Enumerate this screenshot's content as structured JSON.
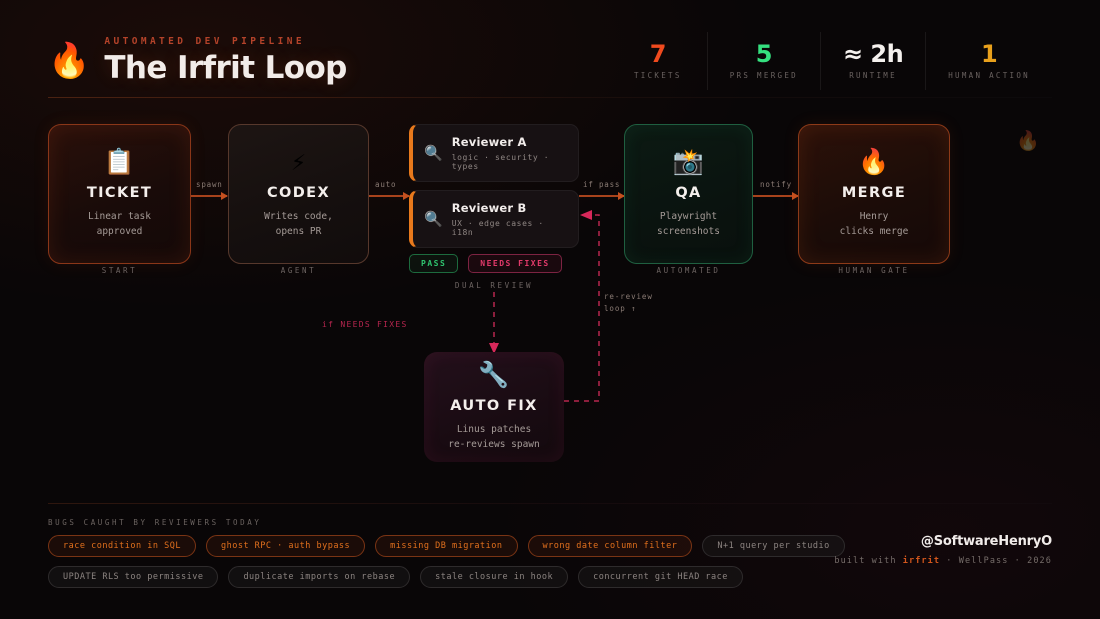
{
  "header": {
    "flame_icon": "fire-icon",
    "kicker": "AUTOMATED DEV PIPELINE",
    "title": "The Irfrit Loop",
    "stats": [
      {
        "value": "7",
        "label": "TICKETS",
        "color": "#f04a1e"
      },
      {
        "value": "5",
        "label": "PRS MERGED",
        "color": "#35e07f"
      },
      {
        "value": "≈ 2h",
        "label": "RUNTIME",
        "color": "#f5f1ee"
      },
      {
        "value": "1",
        "label": "HUMAN ACTION",
        "color": "#e8a01c"
      }
    ]
  },
  "pipeline": {
    "ticket": {
      "icon": "clipboard-icon",
      "glyph": "📋",
      "title": "TICKET",
      "sub_line1": "Linear task",
      "sub_line2": "approved",
      "foot": "START"
    },
    "codex": {
      "icon": "lightning-bolt-icon",
      "glyph": "⚡",
      "title": "CODEX",
      "sub_line1": "Writes code,",
      "sub_line2": "opens PR",
      "foot": "AGENT"
    },
    "qa": {
      "icon": "camera-flash-icon",
      "glyph": "📸",
      "title": "QA",
      "sub_line1": "Playwright",
      "sub_line2": "screenshots",
      "foot": "AUTOMATED"
    },
    "merge": {
      "icon": "fire-icon",
      "glyph": "🔥",
      "title": "MERGE",
      "sub_line1": "Henry",
      "sub_line2": "clicks merge",
      "foot": "HUMAN GATE"
    },
    "autofix": {
      "icon": "wrench-icon",
      "glyph": "🔧",
      "title": "AUTO FIX",
      "sub_line1": "Linus patches",
      "sub_line2": "re-reviews spawn"
    }
  },
  "reviewers": {
    "a": {
      "icon": "magnifier-icon",
      "glyph": "🔍",
      "name": "Reviewer A",
      "tags": "logic · security · types"
    },
    "b": {
      "icon": "magnifier-icon",
      "glyph": "🔍",
      "name": "Reviewer B",
      "tags": "UX · edge cases · i18n"
    },
    "badge_pass": "PASS",
    "badge_fixes": "NEEDS FIXES",
    "group_label": "DUAL REVIEW"
  },
  "connectors": {
    "spawn": "spawn",
    "auto": "auto",
    "if_pass": "if pass",
    "notify": "notify",
    "if_needs_fixes": "if NEEDS FIXES",
    "re_review_line1": "re-review",
    "re_review_line2": "loop ↑"
  },
  "footer": {
    "bugs_title": "BUGS CAUGHT BY REVIEWERS TODAY",
    "chips_row1": [
      {
        "text": "race condition in SQL",
        "hot": true
      },
      {
        "text": "ghost RPC · auth bypass",
        "hot": true
      },
      {
        "text": "missing DB migration",
        "hot": true
      },
      {
        "text": "wrong date column filter",
        "hot": true
      },
      {
        "text": "N+1 query per studio",
        "hot": false
      }
    ],
    "chips_row2": [
      {
        "text": "UPDATE RLS too permissive",
        "hot": false
      },
      {
        "text": "duplicate imports on rebase",
        "hot": false
      },
      {
        "text": "stale closure in hook",
        "hot": false
      },
      {
        "text": "concurrent git HEAD race",
        "hot": false
      }
    ],
    "handle": "@SoftwareHenryO",
    "credit_prefix": "built with ",
    "credit_brand": "irfrit",
    "credit_suffix": " · WellPass · 2026"
  },
  "decor": {
    "corner_flame": "🔥"
  }
}
